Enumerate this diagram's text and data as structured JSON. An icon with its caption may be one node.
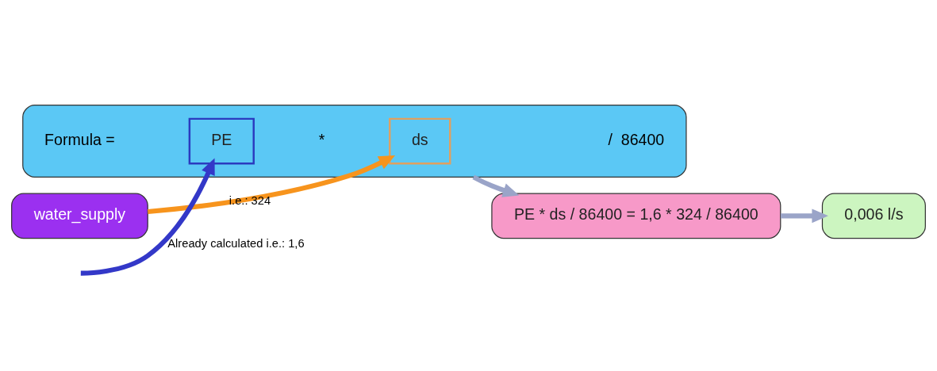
{
  "diagram": {
    "nodes": [
      {
        "text": [
          "Formula =",
          "*",
          "/  86400"
        ]
      },
      {
        "text": [
          "PE"
        ],
        "in": 0
      },
      {
        "text": [
          "ds"
        ],
        "in": 0
      },
      {
        "text": [
          "PE * ds / 86400 = 1,6 * 324 / 86400"
        ]
      },
      {
        "text": [
          "0,006 l/s"
        ]
      },
      {
        "text": [
          "water_supply"
        ]
      }
    ],
    "edges": [
      {
        "from": null,
        "to": 1,
        "arrow": "to",
        "label": "Already calculated i.e.: 1,6",
        "color": "#3338c8"
      },
      {
        "from": 5,
        "to": 2,
        "arrow": "to",
        "label": "i.e.: 324",
        "color": "#f7941d"
      },
      {
        "from": 0,
        "to": 3,
        "arrow": "to"
      },
      {
        "from": 3,
        "to": 4,
        "arrow": "to"
      }
    ]
  }
}
